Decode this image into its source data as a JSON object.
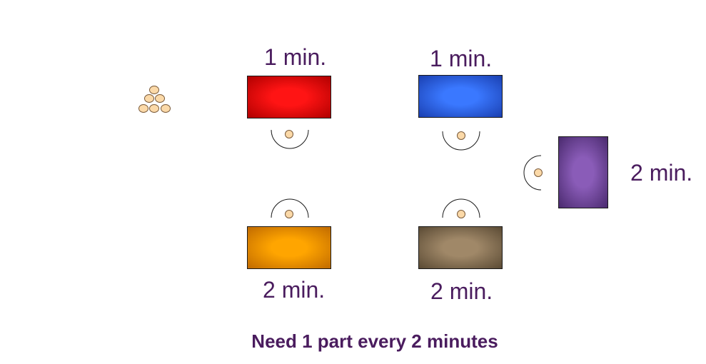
{
  "colors": {
    "label_text": "#4a1c5e",
    "outline": "#1a1a1a",
    "part_fill": "#fbd9a8",
    "part_stroke": "#7a5a3a"
  },
  "machines": [
    {
      "id": "red",
      "time": "1 min.",
      "color_core": "#ff1414",
      "color_edge": "#b00000"
    },
    {
      "id": "blue",
      "time": "1 min.",
      "color_core": "#3a78ff",
      "color_edge": "#1a3fb0"
    },
    {
      "id": "purple",
      "time": "2 min.",
      "color_core": "#8a5cb8",
      "color_edge": "#4a2a6e"
    },
    {
      "id": "orange",
      "time": "2 min.",
      "color_core": "#ffa500",
      "color_edge": "#c06a00"
    },
    {
      "id": "taupe",
      "time": "2 min.",
      "color_core": "#a08868",
      "color_edge": "#5a4a34"
    }
  ],
  "parts_pile_count": 6,
  "footer": {
    "text": "Need 1 part every 2 minutes"
  }
}
